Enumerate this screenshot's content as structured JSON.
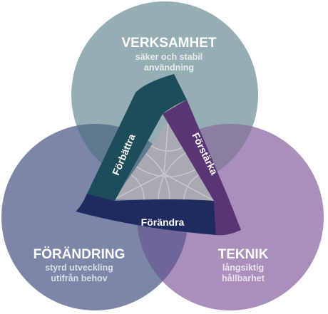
{
  "circles": {
    "top": {
      "title": "VERKSAMHET",
      "subtitle_1": "säker och stabil",
      "subtitle_2": "användning",
      "color": "#95aeb3",
      "subtitle_color": "#e6ecee"
    },
    "left": {
      "title": "FÖRÄNDRING",
      "subtitle_1": "styrd utveckling",
      "subtitle_2": "utifrån behov",
      "color": "#7c87a8",
      "subtitle_color": "#d9dde9"
    },
    "right": {
      "title": "TEKNIK",
      "subtitle_1": "långsiktig",
      "subtitle_2": "hållbarhet",
      "color": "#a98fb9",
      "subtitle_color": "#ece2f2"
    }
  },
  "bands": {
    "left": {
      "label": "Förbättra",
      "color": "#1d4d5a"
    },
    "right": {
      "label": "Förstärka",
      "color": "#5a3575"
    },
    "bottom": {
      "label": "Förändra",
      "color": "#1f2a5e"
    }
  },
  "colors": {
    "overlap_top_left": "#5e7a91",
    "overlap_top_right": "#8a7fa0",
    "overlap_left_right": "#6f6598",
    "center": "#a9a9b2"
  }
}
